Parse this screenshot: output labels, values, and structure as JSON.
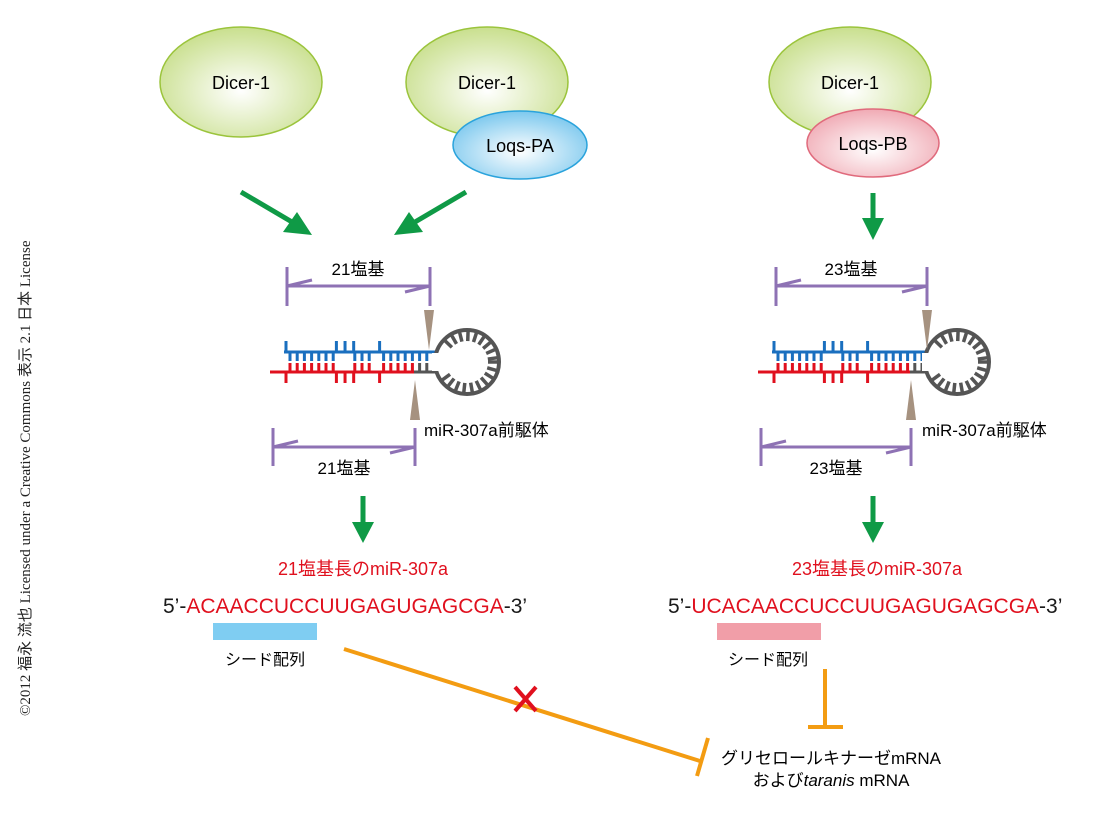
{
  "credit": "©2012 福永 流也 Licensed under a Creative Commons 表示 2.1 日本 License",
  "colors": {
    "dicer_fill": "#cfe39a",
    "dicer_stroke": "#9bc43c",
    "loqs_pa_fill": "#8fd0f0",
    "loqs_pa_stroke": "#2aa3dc",
    "loqs_pb_fill": "#f4b8c0",
    "loqs_pb_stroke": "#e06a7c",
    "arrow": "#0f9a46",
    "bracket": "#8e72b4",
    "strand_top": "#1a6fbf",
    "strand_bottom": "#e0101e",
    "loop": "#555555",
    "cut_marker": "#a69280",
    "sequence": "#e0101e",
    "seed_a": "#7fcdf2",
    "seed_b": "#f19ea8",
    "inhibit": "#f39c12",
    "block_x": "#e0101e"
  },
  "left": {
    "dicer_alone": "Dicer-1",
    "dicer_complex": "Dicer-1",
    "partner": "Loqs-PA",
    "top_span": "21塩基",
    "bottom_span": "21塩基",
    "product_title": "21塩基長のmiR-307a",
    "seq_prefix": "5’-",
    "sequence": "ACAACCUCCUUGAGUGAGCGA",
    "seq_suffix": "-3’",
    "seed_label": "シード配列"
  },
  "right": {
    "dicer_complex": "Dicer-1",
    "partner": "Loqs-PB",
    "top_span": "23塩基",
    "bottom_span": "23塩基",
    "precursor_label": "miR-307a前駆体",
    "product_title": "23塩基長のmiR-307a",
    "seq_prefix": "5’-",
    "sequence": "UCACAACCUCCUUGAGUGAGCGA",
    "seq_suffix": "-3’",
    "seed_label": "シード配列"
  },
  "left_precursor_label": "miR-307a前駆体",
  "target": {
    "line1": "グリセロールキナーゼmRNA",
    "line2_prefix": "および",
    "line2_italic": "taranis",
    "line2_suffix": " mRNA"
  }
}
